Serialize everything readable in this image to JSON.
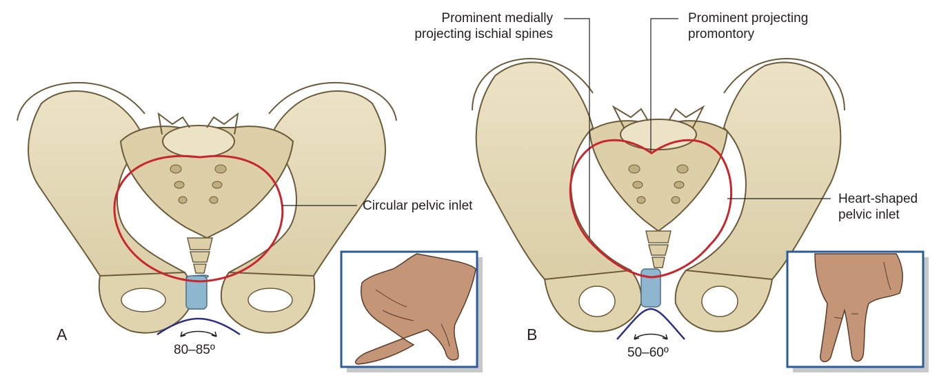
{
  "panels": {
    "a": {
      "letter": "A",
      "angle": "80–85º"
    },
    "b": {
      "letter": "B",
      "angle": "50–60º"
    }
  },
  "callouts": {
    "circular_inlet": "Circular pelvic inlet",
    "ischial_spines": [
      "Prominent medially",
      "projecting ischial spines"
    ],
    "promontory": [
      "Prominent projecting",
      "promontory"
    ],
    "heart_inlet": [
      "Heart-shaped",
      "pelvic inlet"
    ]
  },
  "colors": {
    "bone_fill": "#e4d9b6",
    "bone_shade": "#c9b98c",
    "bone_outline": "#6b5a3a",
    "inlet_outline": "#c8262c",
    "symphysis": "#8fb6cf",
    "angle_arc": "#2b2f86",
    "inset_border": "#2a5b9a",
    "inset_shadow": "#c8c8c8",
    "skin": "#c49677",
    "skin_outline": "#5a3a28",
    "leader": "#231f20"
  },
  "icons": {
    "pelvis_a": "gynecoid-pelvis-illustration",
    "pelvis_b": "android-pelvis-illustration",
    "hand_a": "hand-two-fingers-wide-icon",
    "hand_b": "hand-two-fingers-narrow-icon"
  }
}
